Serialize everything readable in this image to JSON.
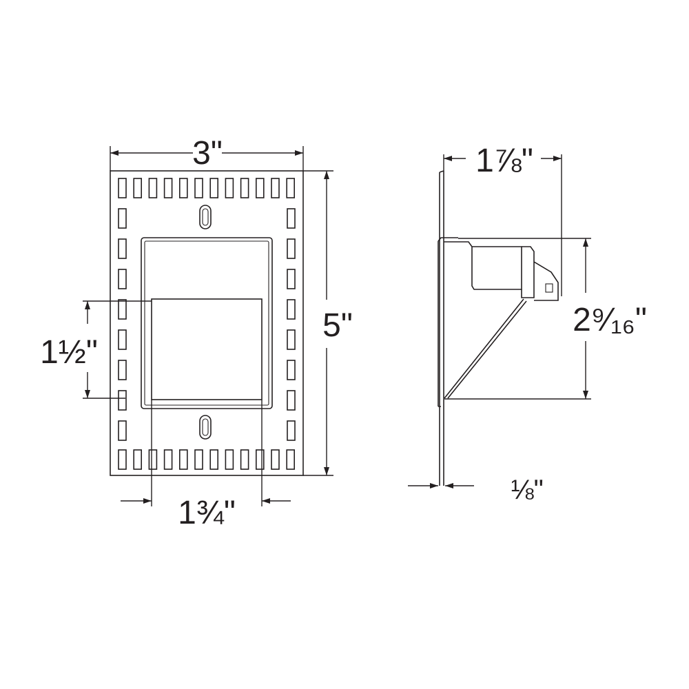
{
  "front_view": {
    "width_label": "3\"",
    "height_label": "5\"",
    "lens_height_label": "1½\"",
    "lens_width_label": "1¾\""
  },
  "side_view": {
    "depth_label": "1⅞\"",
    "housing_height_label": "2⁹⁄₁₆\"",
    "plate_thickness_label": "⅛\""
  },
  "colors": {
    "line": "#231f20",
    "background": "#ffffff"
  }
}
